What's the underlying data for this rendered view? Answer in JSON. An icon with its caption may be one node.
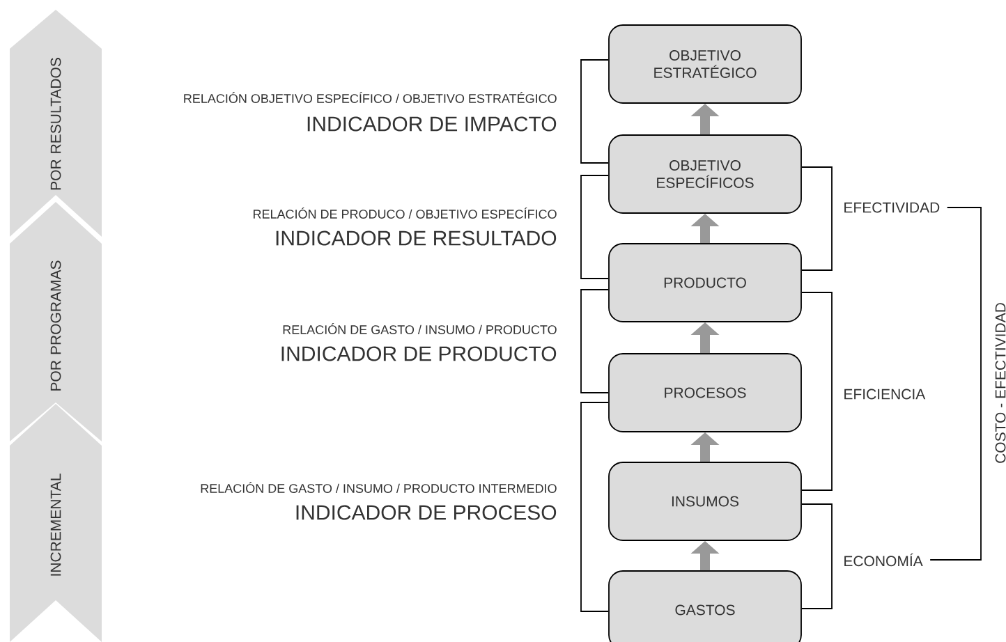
{
  "diagram": {
    "nodes": [
      {
        "text": [
          "POR RESULTADOS"
        ]
      },
      {
        "text": [
          "POR PROGRAMAS"
        ]
      },
      {
        "text": [
          "INCREMENTAL"
        ]
      },
      {
        "text": [
          "OBJETIVO ESTRATÉGICO"
        ]
      },
      {
        "text": [
          "OBJETIVO ESPECÍFICOS"
        ]
      },
      {
        "text": [
          "PRODUCTO"
        ]
      },
      {
        "text": [
          "PROCESOS"
        ]
      },
      {
        "text": [
          "INSUMOS"
        ]
      },
      {
        "text": [
          "GASTOS"
        ]
      }
    ],
    "edges": [
      {
        "from": 4,
        "to": 3,
        "arrow": "to",
        "style": "thick",
        "color": "#999999"
      },
      {
        "from": 5,
        "to": 4,
        "arrow": "to",
        "style": "thick",
        "color": "#999999"
      },
      {
        "from": 6,
        "to": 5,
        "arrow": "to",
        "style": "thick",
        "color": "#999999"
      },
      {
        "from": 7,
        "to": 6,
        "arrow": "to",
        "style": "thick",
        "color": "#999999"
      },
      {
        "from": 8,
        "to": 7,
        "arrow": "to",
        "style": "thick",
        "color": "#999999"
      },
      {
        "from": 3,
        "to": 4,
        "arrow": "none"
      },
      {
        "from": 4,
        "to": 5,
        "arrow": "none"
      },
      {
        "from": 5,
        "to": 6,
        "arrow": "none"
      },
      {
        "from": 6,
        "to": 8,
        "arrow": "none"
      },
      {
        "from": 4,
        "to": 5,
        "arrow": "none"
      },
      {
        "from": 5,
        "to": 7,
        "arrow": "none"
      },
      {
        "from": 7,
        "to": 8,
        "arrow": "none"
      }
    ],
    "labels": [
      "RELACIÓN OBJETIVO ESPECÍFICO / OBJETIVO ESTRATÉGICO",
      "INDICADOR DE IMPACTO",
      "RELACIÓN DE PRODUCO / OBJETIVO ESPECÍFICO",
      "INDICADOR DE RESULTADO",
      "RELACIÓN DE GASTO / INSUMO / PRODUCTO",
      "INDICADOR DE PRODUCTO",
      "RELACIÓN DE GASTO / INSUMO / PRODUCTO INTERMEDIO",
      "INDICADOR DE PROCESO",
      "EFECTIVIDAD",
      "EFICIENCIA",
      "ECONOMÍA",
      "COSTO - EFECTIVIDAD"
    ]
  }
}
